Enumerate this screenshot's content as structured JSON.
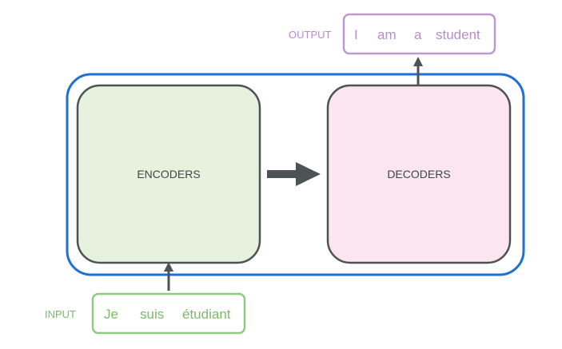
{
  "encoders": {
    "label": "ENCODERS",
    "fill": "#e6f2de",
    "stroke": "#4d5255"
  },
  "decoders": {
    "label": "DECODERS",
    "fill": "#fbe6ef",
    "stroke": "#4d5255"
  },
  "container": {
    "stroke": "#1f6fd6"
  },
  "input": {
    "label": "INPUT",
    "tokens": [
      "Je",
      "suis",
      "étudiant"
    ],
    "color": "#7cbc68"
  },
  "output": {
    "label": "OUTPUT",
    "tokens": [
      "I",
      "am",
      "a",
      "student"
    ],
    "color": "#b78ccc"
  },
  "arrow_color": "#4d5255"
}
